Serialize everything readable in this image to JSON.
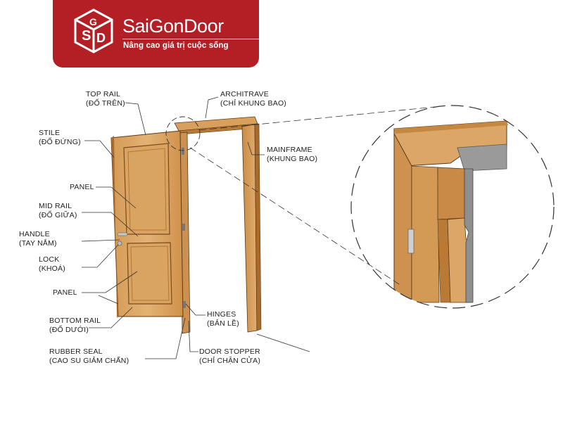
{
  "brand": {
    "name": "SaiGonDoor",
    "slogan": "Nâng cao giá trị cuộc sống",
    "accent_color": "#b31f24",
    "logo_icon": "saigondoor-sg-cube-logo"
  },
  "labels": {
    "top_rail": {
      "en": "TOP RAIL",
      "vi": "(ĐỐ TRÊN)"
    },
    "stile": {
      "en": "STILE",
      "vi": "(ĐỐ ĐỨNG)"
    },
    "panel_upper": {
      "en": "PANEL"
    },
    "mid_rail": {
      "en": "MID RAIL",
      "vi": "(ĐỐ GIỮA)"
    },
    "handle": {
      "en": "HANDLE",
      "vi": "(TAY NẮM)"
    },
    "lock": {
      "en": "LOCK",
      "vi": "(KHOÁ)"
    },
    "panel_lower": {
      "en": "PANEL"
    },
    "bottom_rail": {
      "en": "BOTTOM RAIL",
      "vi": "(ĐỐ DƯỚI)"
    },
    "rubber_seal": {
      "en": "RUBBER SEAL",
      "vi": "(CAO SU GIẢM CHẤN)"
    },
    "architrave": {
      "en": "ARCHITRAVE",
      "vi": "(CHỈ KHUNG BAO)"
    },
    "mainframe": {
      "en": "MAINFRAME",
      "vi": "(KHUNG BAO)"
    },
    "hinges": {
      "en": "HINGES",
      "vi": "(BẢN LỀ)"
    },
    "door_stopper": {
      "en": "DOOR STOPPER",
      "vi": "(CHỈ CHẶN CỬA)"
    }
  },
  "colors": {
    "wood_light": "#e0ad6c",
    "wood_mid": "#cf954f",
    "wood_dark": "#a96a2c",
    "frame_face": "#d9a262",
    "gasket_grey": "#8f8f8f",
    "line": "#333333"
  }
}
